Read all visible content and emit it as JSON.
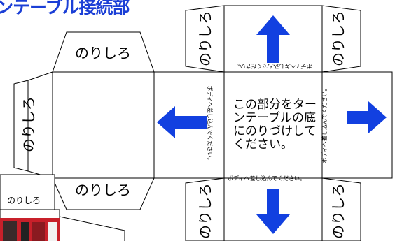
{
  "title": "ンテーブル接続部",
  "glue_label": "のりしろ",
  "insert_note": "ボディへ差し込んでください。",
  "center_text": "この部分をターンテーブルの底にのりづけしてください。",
  "accent_color": "#1240e0"
}
